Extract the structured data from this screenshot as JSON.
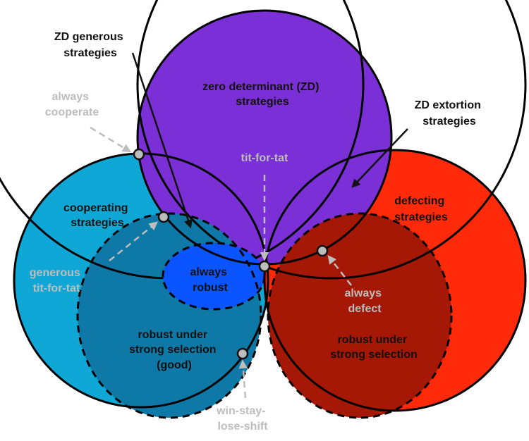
{
  "colors": {
    "zd_fill": "#7b2fd6",
    "cooperating_fill": "#0fa7d6",
    "defecting_fill": "#ff2a0a",
    "robust_good_fill": "#0e78a6",
    "robust_bad_fill": "#a51806",
    "always_robust_fill": "#0a55ff",
    "annotation_grey": "#bdbdbd"
  },
  "labels": {
    "zd_generous": [
      "ZD generous",
      "strategies"
    ],
    "zd_sets": [
      "zero determinant (ZD)",
      "strategies"
    ],
    "zd_extortion": [
      "ZD extortion",
      "strategies"
    ],
    "always_cooperate": [
      "always",
      "cooperate"
    ],
    "tit_for_tat": "tit-for-tat",
    "cooperating": [
      "cooperating",
      "strategies"
    ],
    "defecting": [
      "defecting",
      "strategies"
    ],
    "generous_tft": [
      "generous",
      "tit-for-tat"
    ],
    "always_robust": [
      "always",
      "robust"
    ],
    "always_defect": [
      "always",
      "defect"
    ],
    "robust_good": [
      "robust under",
      "strong selection",
      "(good)"
    ],
    "robust_bad": [
      "robust under",
      "strong selection"
    ],
    "wsls": [
      "win-stay-",
      "lose-shift"
    ]
  }
}
